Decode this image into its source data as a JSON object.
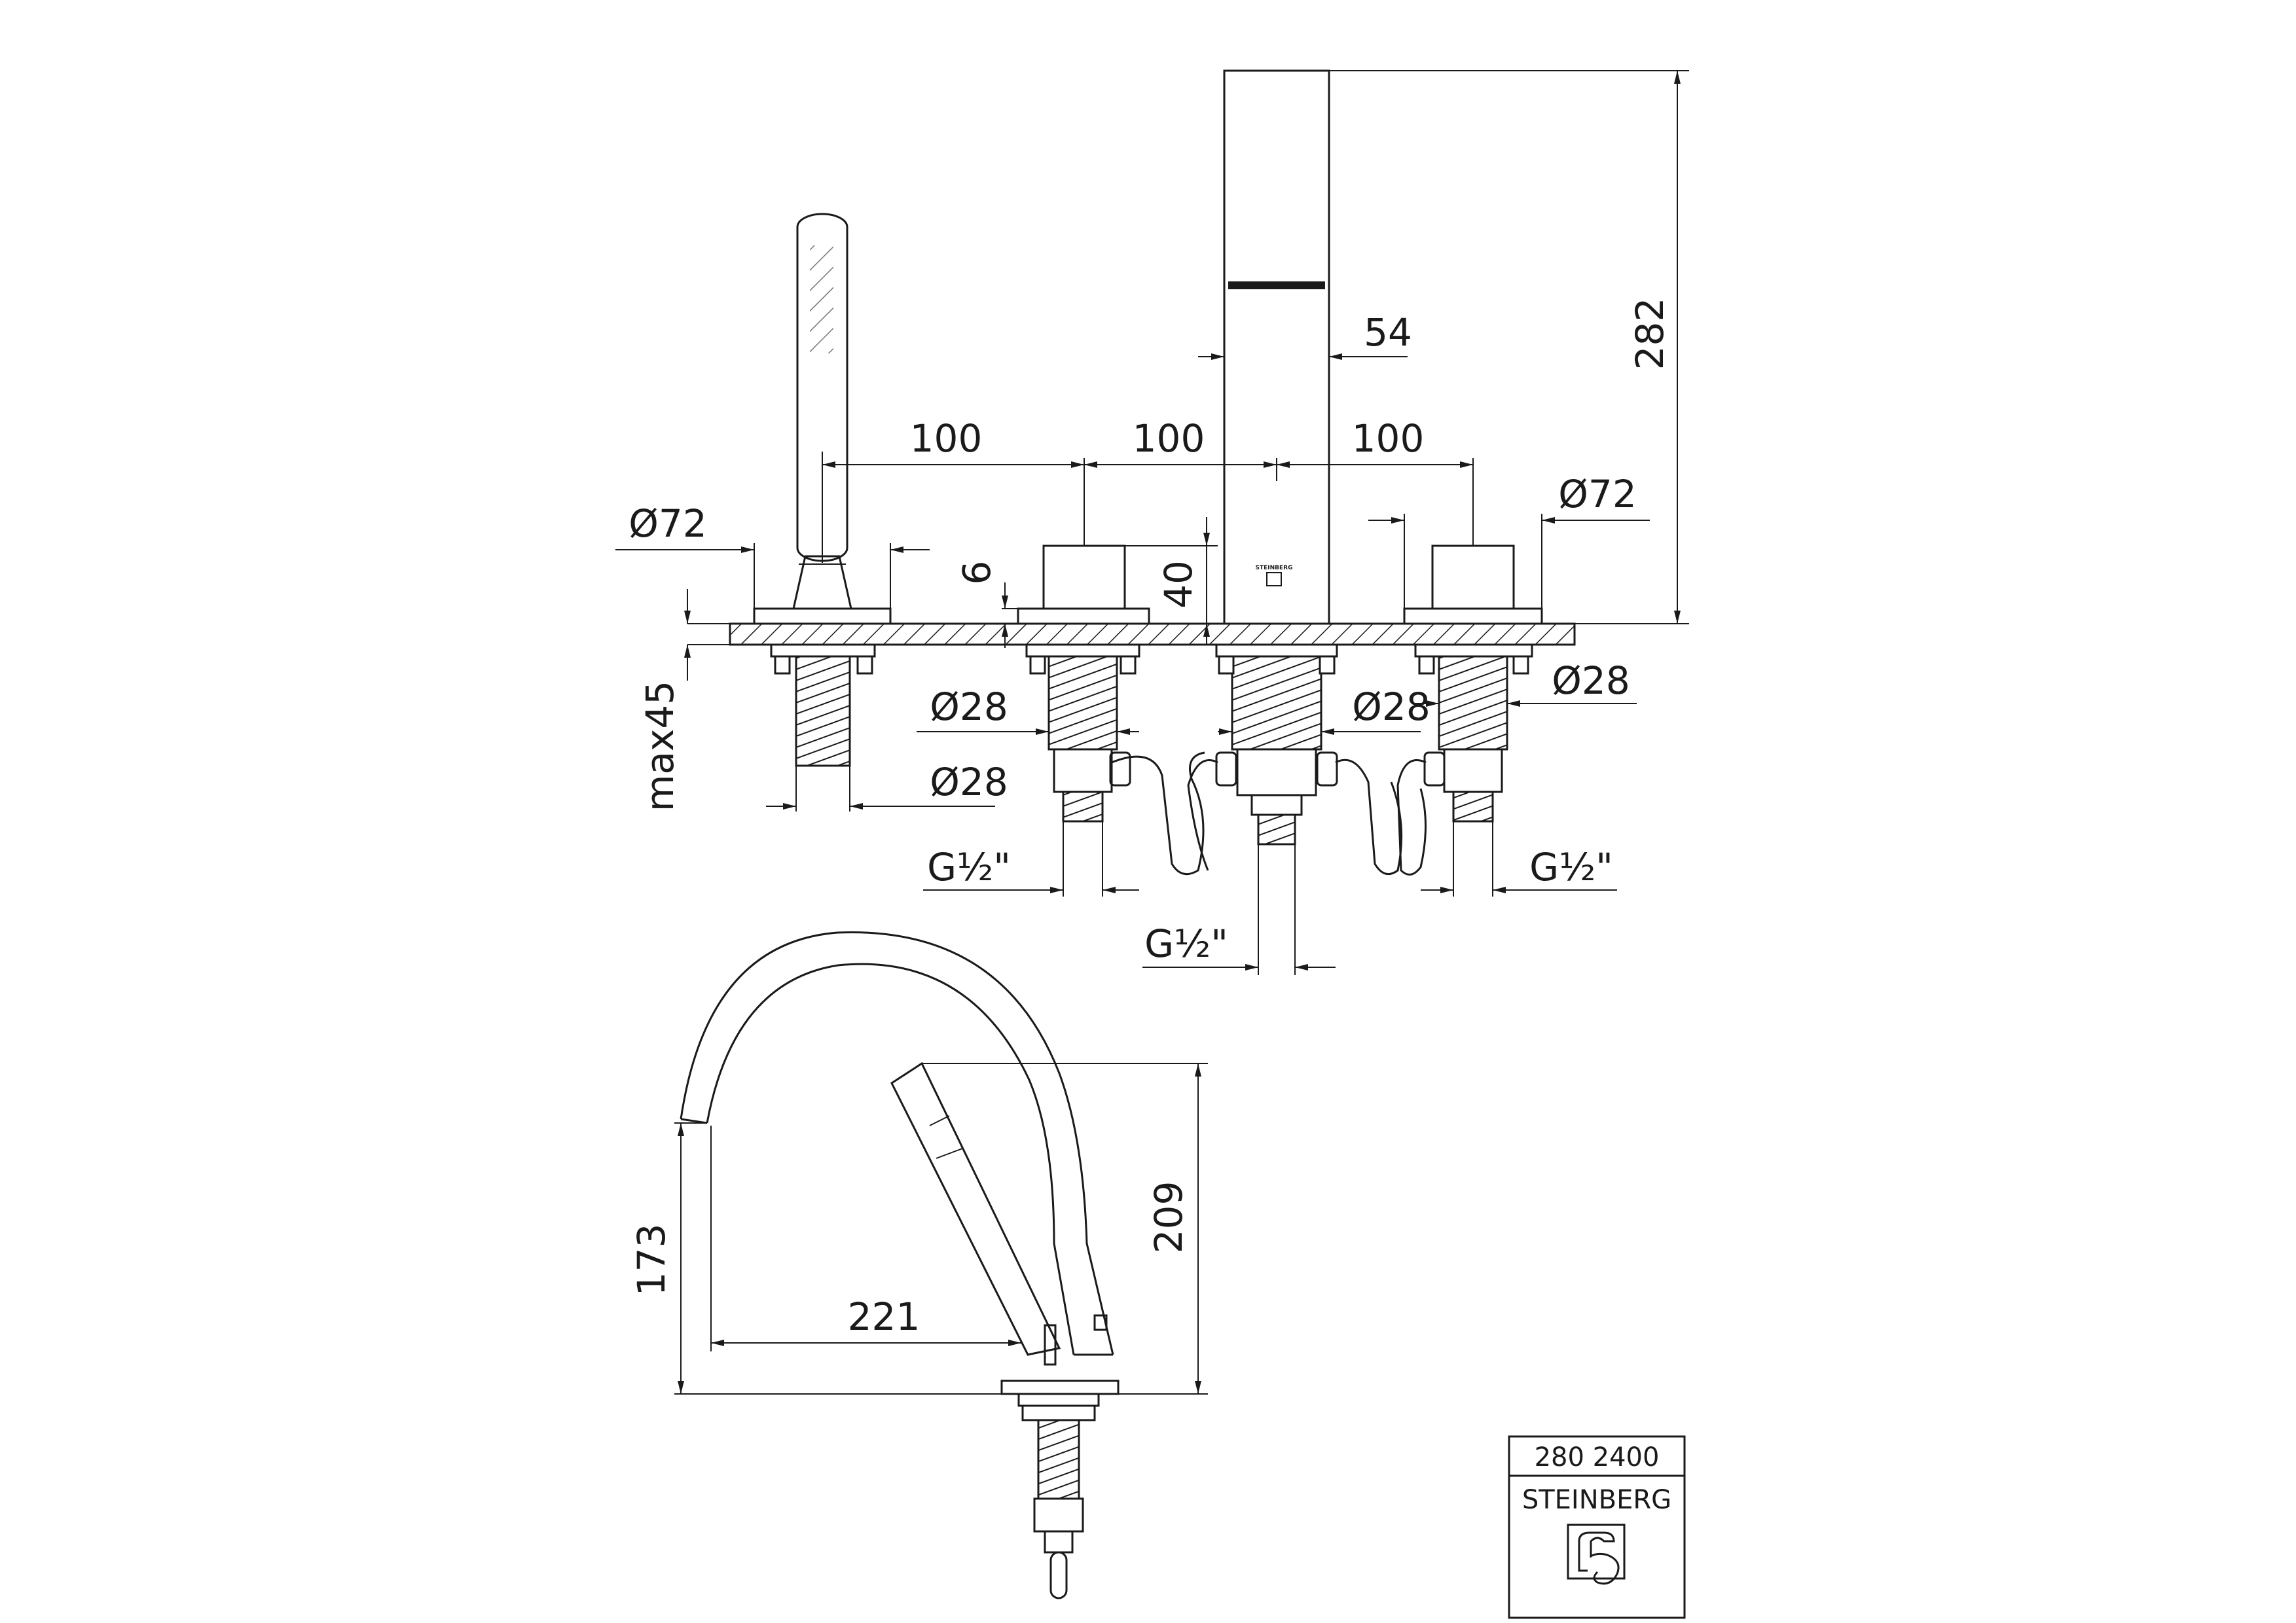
{
  "dimensions": {
    "spacing_left": "100",
    "spacing_middle": "100",
    "spacing_right": "100",
    "spout_width": "54",
    "spout_height": "282",
    "rose_left": "Ø72",
    "rose_right": "Ø72",
    "rose_height": "40",
    "plate_thickness": "6",
    "deck_max": "max45",
    "shaft_1": "Ø28",
    "shaft_2": "Ø28",
    "shaft_3": "Ø28",
    "shaft_4": "Ø28",
    "thread_left": "G½\"",
    "thread_center": "G½\"",
    "thread_right": "G½\"",
    "side_outlet_height": "173",
    "side_total_height": "209",
    "side_reach": "221"
  },
  "spout_logo_text": "STEINBERG",
  "title_block": {
    "article_number": "280 2400",
    "brand": "STEINBERG",
    "logo_icon": "steinberg-logo-icon"
  }
}
